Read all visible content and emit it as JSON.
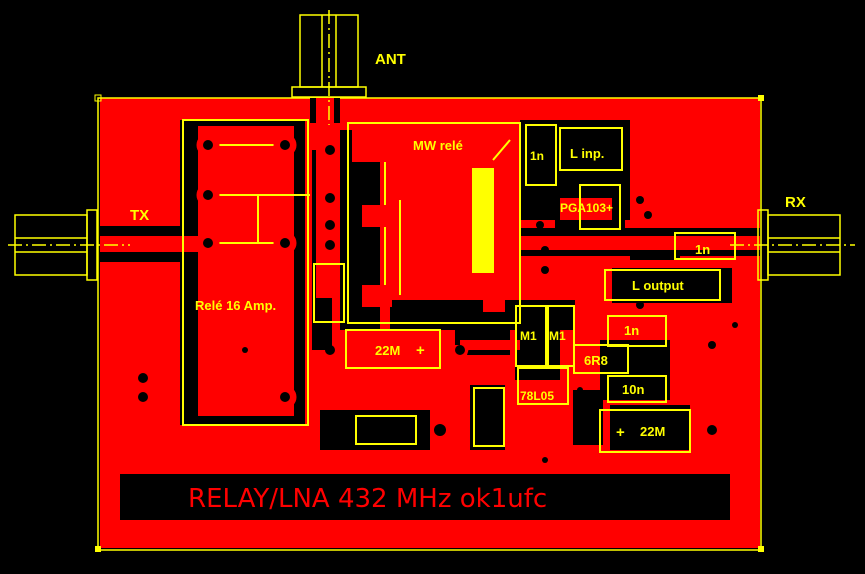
{
  "board": {
    "title": "RELAY/LNA 432 MHz ok1ufc"
  },
  "labels": {
    "ant": "ANT",
    "tx": "TX",
    "rx": "RX",
    "mw_relay": "MW relé",
    "relay_16a": "Relé 16 Amp.",
    "l_inp": "L inp.",
    "pga": "PGA103+",
    "l_output": "L output",
    "m1_a": "M1",
    "m1_b": "M1",
    "r_6r8": "6R8",
    "reg_78l05": "78L05",
    "c_1n_top": "1n",
    "c_1n_rx": "1n",
    "c_1n_mid": "1n",
    "c_10n": "10n",
    "cap_22m_left": "22M",
    "cap_22m_right": "22M",
    "plus": "+"
  },
  "colors": {
    "copper": "#ff0000",
    "silkscreen": "#ffff00",
    "background": "#000000"
  }
}
